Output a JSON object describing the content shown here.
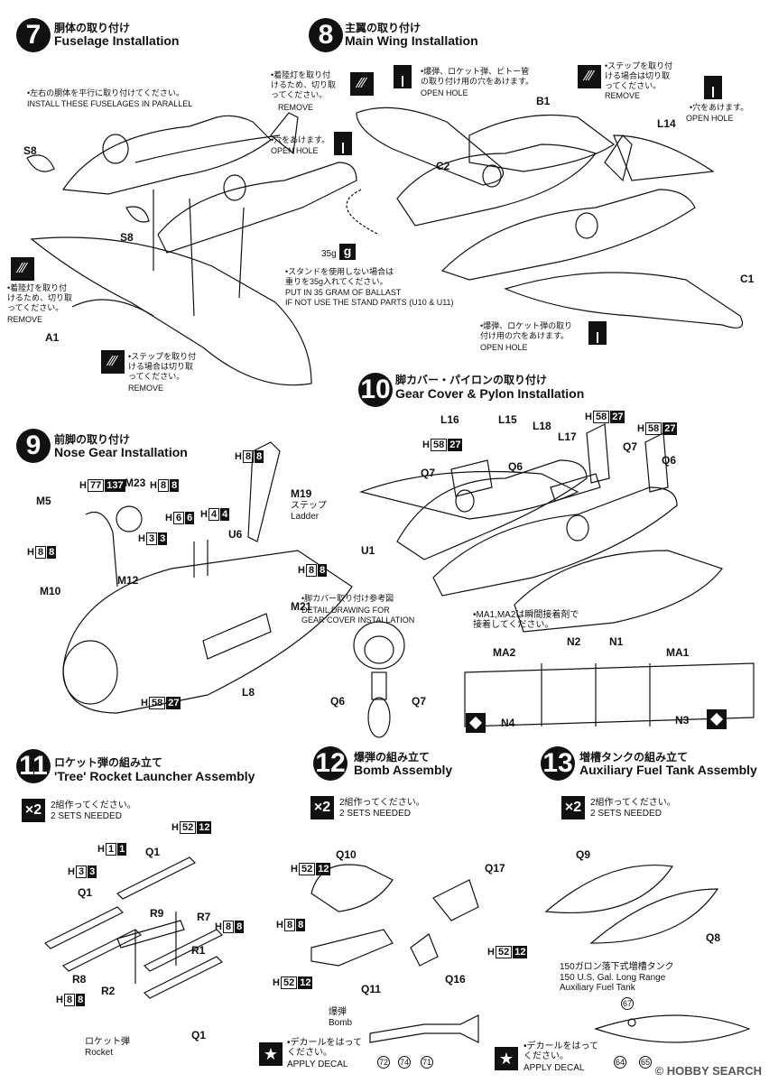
{
  "steps": {
    "s7": {
      "num": "7",
      "jp": "胴体の取り付け",
      "en": "Fuselage Installation",
      "note1_jp": "•左右の胴体を平行に取り付けてください。",
      "note1_en": "INSTALL THESE FUSELAGES IN PARALLEL",
      "remove1_jp": "•着陸灯を取り付\nけるため、切り取\nってください。",
      "remove1_en": "REMOVE",
      "remove2_jp": "•ステップを取り付\nける場合は切り取\nってください。",
      "remove2_en": "REMOVE",
      "parts": [
        "S8",
        "S8",
        "A1"
      ]
    },
    "s8": {
      "num": "8",
      "jp": "主翼の取り付け",
      "en": "Main Wing Installation",
      "remove1_jp": "•着陸灯を取り付\nけるため、切り取\nってください。",
      "remove1_en": "REMOVE",
      "hole1_jp": "•爆弾、ロケット弾、ピトー管\nの取り付け用の穴をあけます。",
      "hole1_en": "OPEN HOLE",
      "remove2_jp": "•ステップを取り付\nける場合は切り取\nってください。",
      "remove2_en": "REMOVE",
      "hole2_jp": "•穴をあけます。",
      "hole2_en": "OPEN HOLE",
      "hole3_jp": "•穴をあけます。",
      "hole3_en": "OPEN HOLE",
      "ballast_weight": "35g",
      "ballast_icon": "g",
      "ballast_jp": "•スタンドを使用しない場合は\n重りを35g入れてください。",
      "ballast_en": "PUT IN 35 GRAM OF BALLAST\nIF NOT USE THE STAND PARTS (U10 & U11)",
      "hole4_jp": "•爆弾、ロケット弾の取り\n付け用の穴をあけます。",
      "hole4_en": "OPEN HOLE",
      "parts": [
        "B1",
        "C2",
        "L14",
        "C1"
      ]
    },
    "s9": {
      "num": "9",
      "jp": "前脚の取り付け",
      "en": "Nose Gear Installation",
      "ladder_jp": "ステップ",
      "ladder_en": "Ladder",
      "parts": [
        "M23",
        "M5",
        "U6",
        "M19",
        "M12",
        "M10",
        "M21",
        "L8"
      ]
    },
    "s10": {
      "num": "10",
      "jp": "脚カバー・パイロンの取り付け",
      "en": "Gear Cover & Pylon Installation",
      "detail_jp": "•脚カバー取り付け参考図",
      "detail_en": "DETAIL DRAWING FOR\nGEAR COVER INSTALLATION",
      "glue_note": "•MA1,MA2は瞬間接着剤で\n接着してください。",
      "parts": [
        "L16",
        "L15",
        "L18",
        "L17",
        "Q7",
        "Q6",
        "Q7",
        "Q6",
        "U1",
        "Q6",
        "Q7",
        "MA2",
        "N2",
        "N1",
        "MA1",
        "N4",
        "N3"
      ]
    },
    "s11": {
      "num": "11",
      "jp": "ロケット弾の組み立て",
      "en": "'Tree' Rocket Launcher Assembly",
      "sets_jp": "2組作ってください。",
      "sets_en": "2 SETS NEEDED",
      "rocket_jp": "ロケット弾",
      "rocket_en": "Rocket",
      "parts": [
        "Q1",
        "Q1",
        "R9",
        "R7",
        "R1",
        "R8",
        "R2",
        "Q1"
      ]
    },
    "s12": {
      "num": "12",
      "jp": "爆弾の組み立て",
      "en": "Bomb Assembly",
      "sets_jp": "2組作ってください。",
      "sets_en": "2 SETS NEEDED",
      "bomb_jp": "爆弾",
      "bomb_en": "Bomb",
      "decal_jp": "•デカールをはって\nください。",
      "decal_en": "APPLY DECAL",
      "decals": [
        "72",
        "74",
        "71"
      ],
      "parts": [
        "Q10",
        "Q17",
        "Q11",
        "Q16"
      ]
    },
    "s13": {
      "num": "13",
      "jp": "増槽タンクの組み立て",
      "en": "Auxiliary Fuel Tank Assembly",
      "sets_jp": "2組作ってください。",
      "sets_en": "2 SETS NEEDED",
      "tank_jp": "150ガロン落下式増槽タンク",
      "tank_en": "150 U.S. Gal. Long Range\nAuxiliary Fuel Tank",
      "decal_jp": "•デカールをはって\nください。",
      "decal_en": "APPLY DECAL",
      "decals": [
        "67",
        "64",
        "65"
      ],
      "parts": [
        "Q9",
        "Q8"
      ]
    }
  },
  "paint_codes": [
    {
      "h": "H",
      "n": "8",
      "b": "8"
    },
    {
      "h": "H",
      "n": "77",
      "b": "137"
    },
    {
      "h": "H",
      "n": "6",
      "b": "6"
    },
    {
      "h": "H",
      "n": "4",
      "b": "4"
    },
    {
      "h": "H",
      "n": "3",
      "b": "3"
    },
    {
      "h": "H",
      "n": "58",
      "b": "27"
    },
    {
      "h": "H",
      "n": "52",
      "b": "12"
    },
    {
      "h": "H",
      "n": "1",
      "b": "1"
    }
  ],
  "multiplier": "×2",
  "watermark": "© HOBBY SEARCH"
}
